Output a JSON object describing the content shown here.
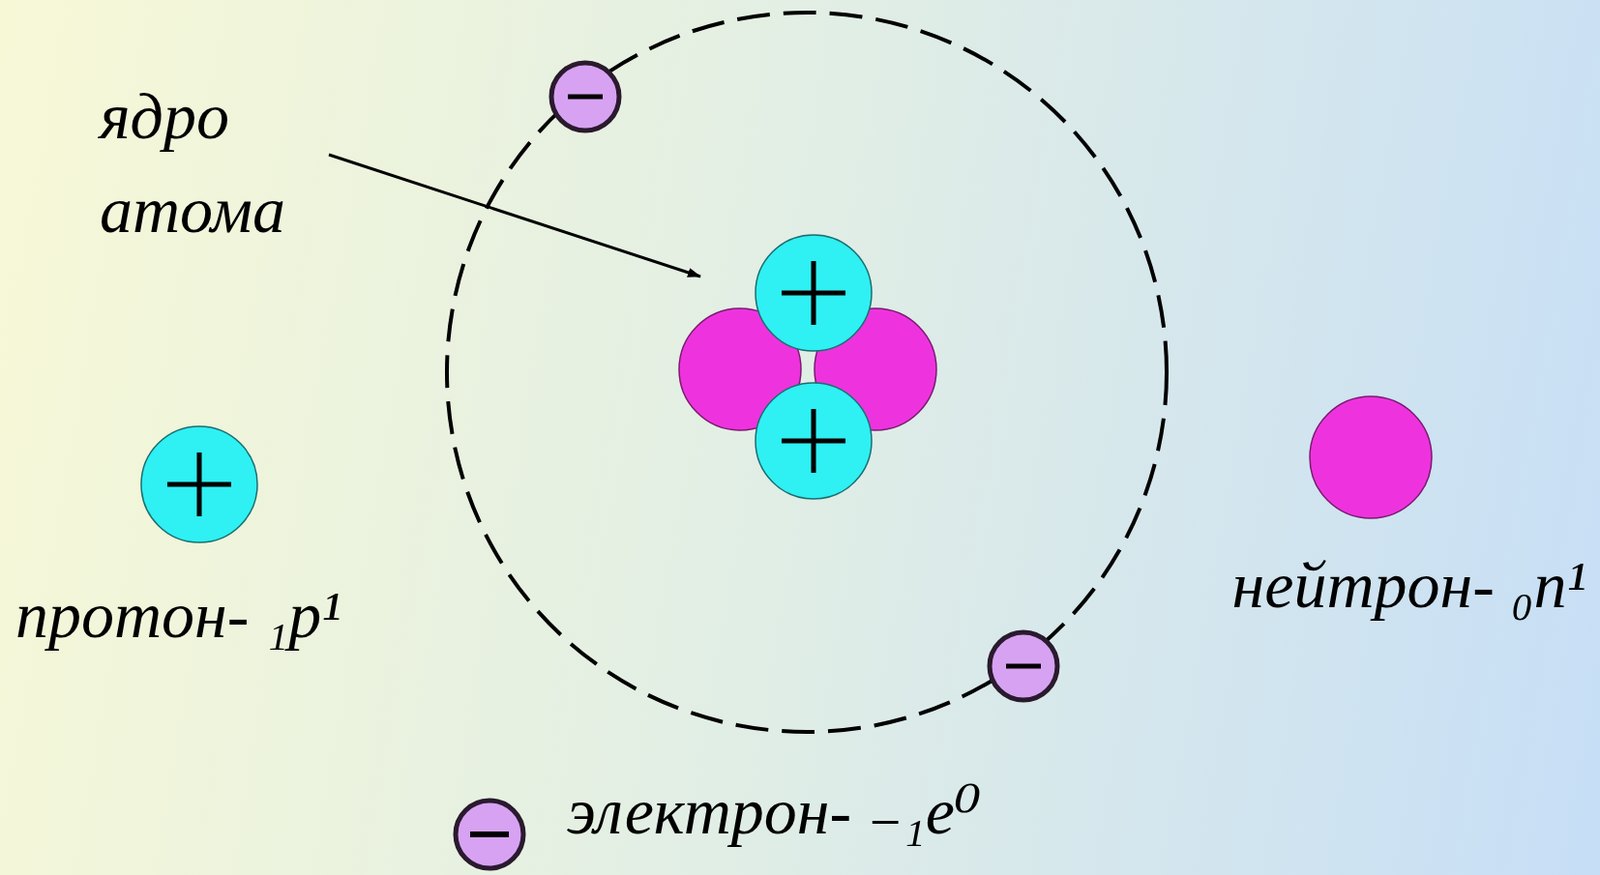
{
  "diagram": {
    "labels": [
      "ядро атома",
      "протон- ₁p¹",
      "нейтрон- ₀n¹",
      "электрон- ₋₁e⁰"
    ]
  }
}
